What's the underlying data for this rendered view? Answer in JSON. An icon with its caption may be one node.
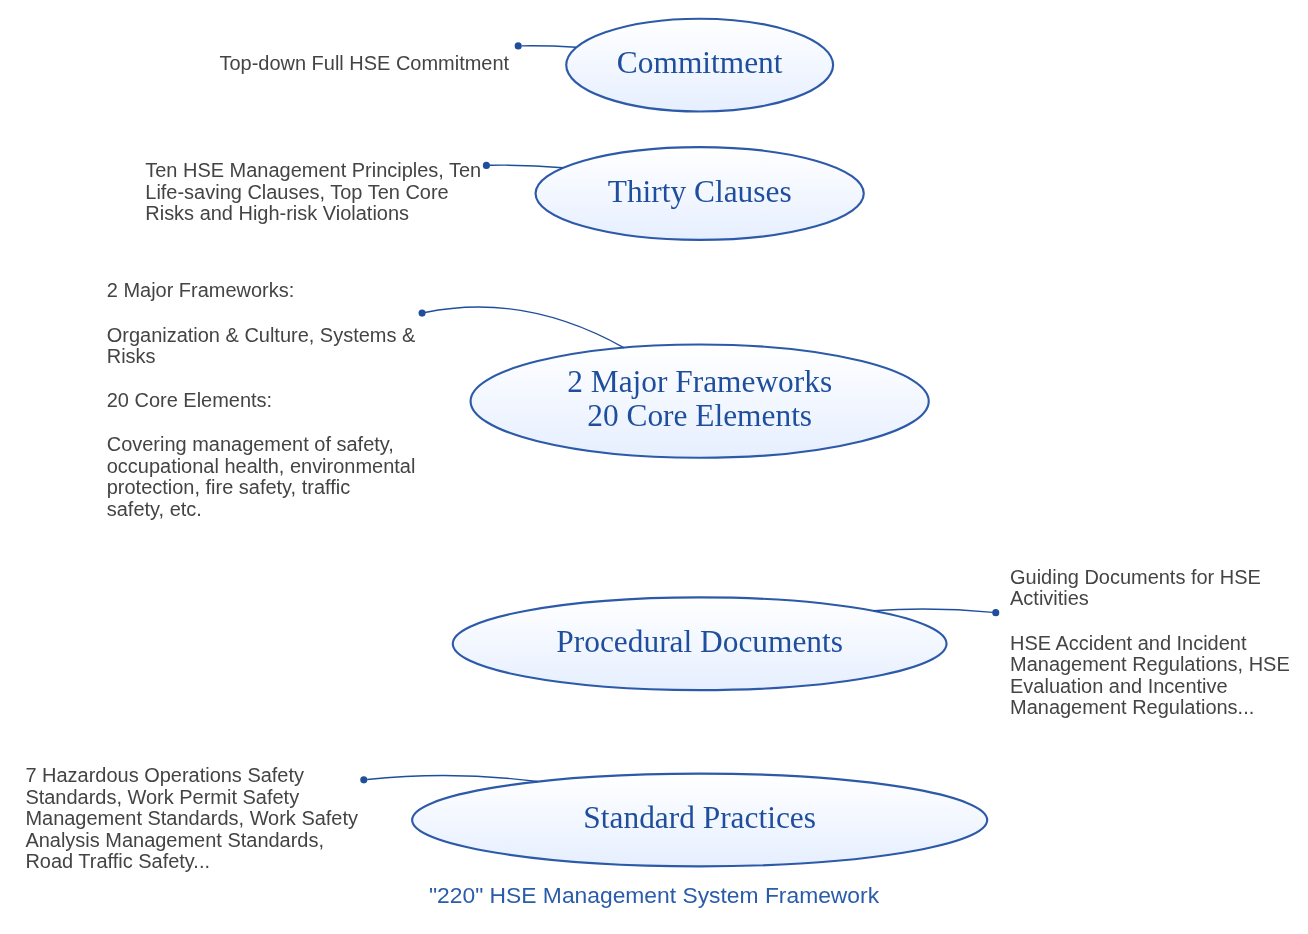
{
  "diagram": {
    "caption": "\"220\" HSE Management System Framework",
    "nodes": [
      {
        "text": [
          "Top-down Full HSE Commitment"
        ]
      },
      {
        "text": [
          "Commitment"
        ]
      },
      {
        "text": [
          "Thirty Clauses"
        ]
      },
      {
        "text": [
          "Ten HSE Management Principles, Ten Life-saving Clauses, Top Ten Core Risks and High-risk Violations"
        ]
      },
      {
        "text": [
          "2 Major Frameworks:",
          "Organization & Culture, Systems & Risks",
          "20 Core Elements:",
          "Covering management of safety, occupational health, environmental protection, fire safety, traffic safety, etc."
        ]
      },
      {
        "text": [
          "2 Major Frameworks 20 Core Elements"
        ]
      },
      {
        "text": [
          "Guiding Documents for HSE Activities",
          "HSE Accident and Incident Management Regulations, HSE Evaluation and Incentive Management Regulations..."
        ]
      },
      {
        "text": [
          "Procedural Documents"
        ]
      },
      {
        "text": [
          "7 Hazardous Operations Safety Standards, Work Permit Safety Management Standards, Work Safety Analysis Management Standards, Road Traffic Safety..."
        ]
      },
      {
        "text": [
          "Standard Practices"
        ]
      }
    ],
    "edges": [
      {
        "from": 0,
        "to": 1,
        "arrow": "other"
      },
      {
        "from": 3,
        "to": 2,
        "arrow": "other"
      },
      {
        "from": 4,
        "to": 5,
        "arrow": "other"
      },
      {
        "from": 6,
        "to": 7,
        "arrow": "other"
      },
      {
        "from": 8,
        "to": 9,
        "arrow": "other"
      }
    ]
  }
}
